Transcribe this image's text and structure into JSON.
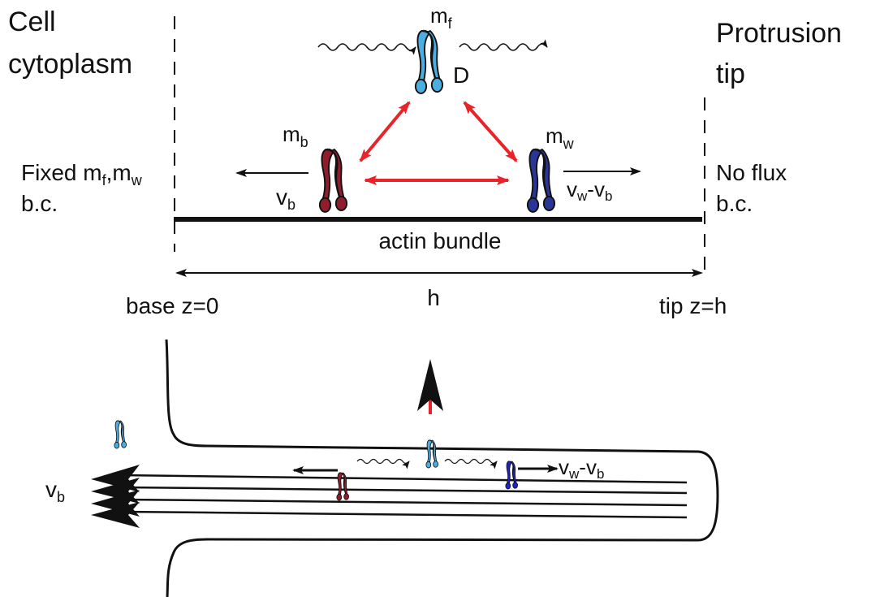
{
  "labels": {
    "cell_cytoplasm_line1": "Cell",
    "cell_cytoplasm_line2": "cytoplasm",
    "protrusion_tip_line1": "Protrusion",
    "protrusion_tip_line2": "tip",
    "free_motor": {
      "base": "m",
      "sub": "f"
    },
    "diffusion": "D",
    "bound_motor": {
      "base": "m",
      "sub": "b"
    },
    "walking_motor": {
      "base": "m",
      "sub": "w"
    },
    "fixed_bc": {
      "word": "Fixed",
      "m1": "m",
      "s1": "f",
      "sep": ",",
      "m2": "m",
      "s2": "w",
      "line2": "b.c."
    },
    "vb": {
      "base": "v",
      "sub": "b"
    },
    "vw_minus_vb": {
      "b1": "v",
      "s1": "w",
      "minus": "-",
      "b2": "v",
      "s2": "b"
    },
    "no_flux_line1": "No flux",
    "no_flux_line2": "b.c.",
    "actin_bundle": "actin bundle",
    "h": "h",
    "base": "base z=0",
    "tip": "tip z=h",
    "bottom_vb": {
      "base": "v",
      "sub": "b"
    },
    "bottom_vw_minus_vb": {
      "b1": "v",
      "s1": "w",
      "minus": "-",
      "b2": "v",
      "s2": "b"
    }
  },
  "colors": {
    "free_motor": "#4aaee0",
    "bound_motor": "#8f1d2c",
    "walking_motor": "#2a3597",
    "bottom_walking_motor": "#1c22c8",
    "transition_arrows": "#e8232a",
    "line": "#111111"
  },
  "icons": [
    "myosin-motor-icon",
    "wavy-double-arrow-icon",
    "transition-arrow-icon"
  ]
}
